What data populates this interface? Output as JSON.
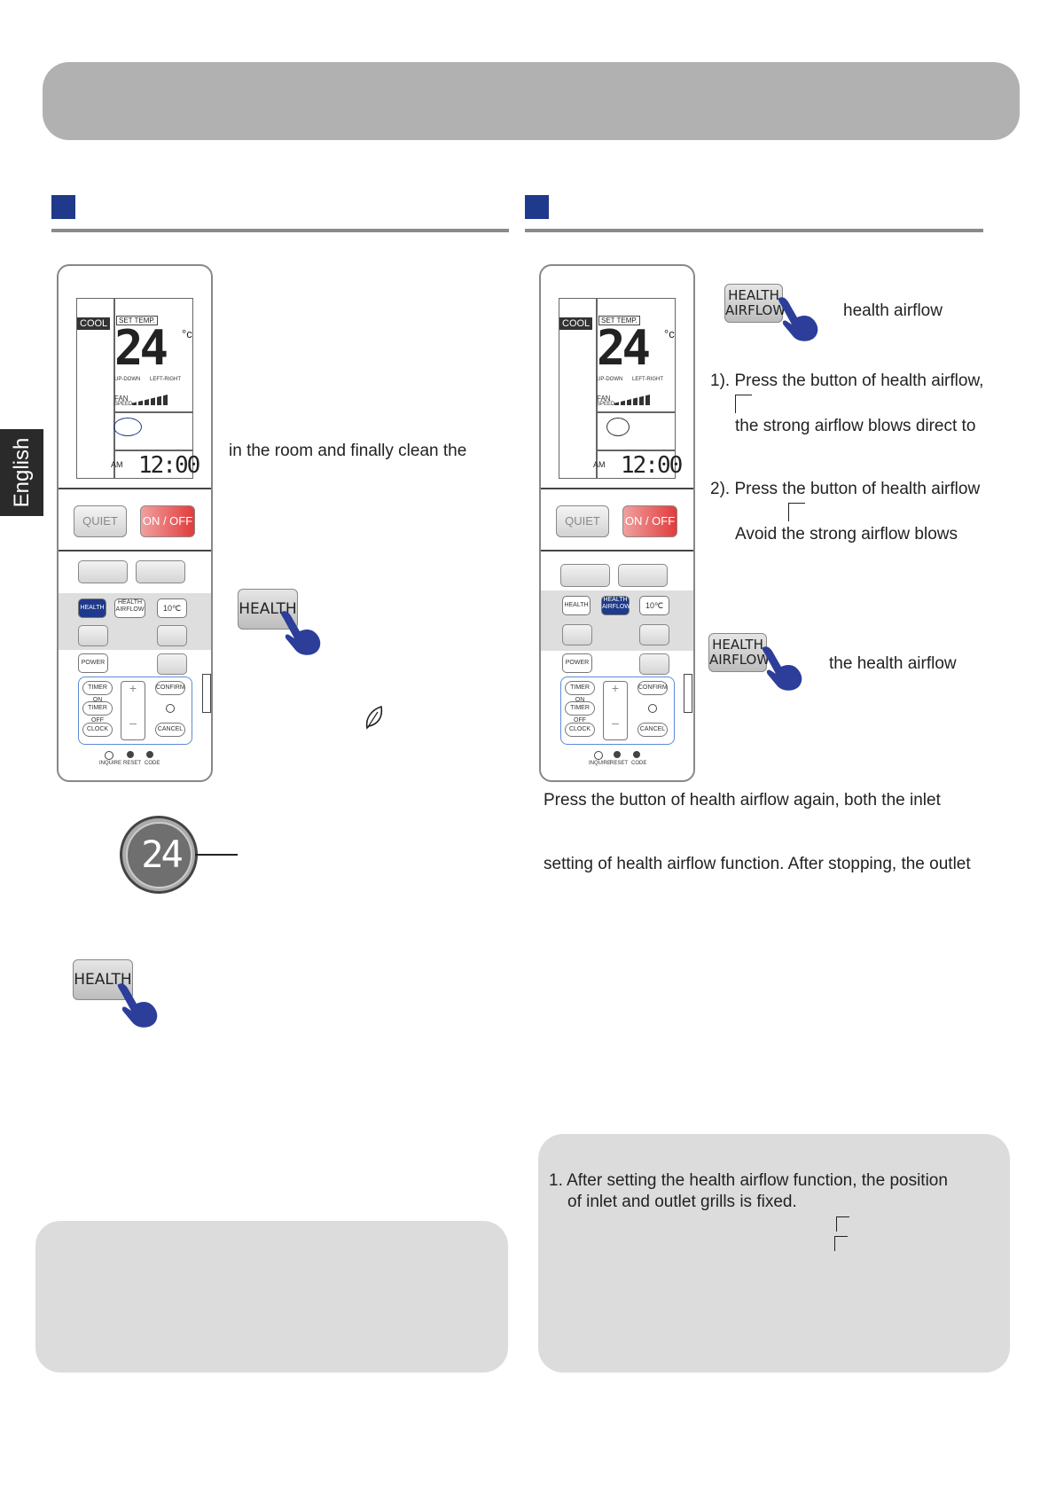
{
  "side_tab": {
    "label": "English"
  },
  "left_column": {
    "text_1": "in the room and finally clean the",
    "health_button_label": "HEALTH",
    "knob_display": "24",
    "health_button_label_2": "HEALTH"
  },
  "right_column": {
    "top_button_label_line1": "HEALTH",
    "top_button_label_line2": "AIRFLOW",
    "top_caption": "health airflow",
    "step1_line1": "1). Press the button of health airflow,",
    "step1_line2": "the strong airflow blows direct to",
    "step2_line1": "2). Press the button of health airflow",
    "step2_line2": "Avoid the strong airflow blows",
    "bottom_button_label_line1": "HEALTH",
    "bottom_button_label_line2": "AIRFLOW",
    "bottom_caption": "the health airflow",
    "again_line1": "Press the button of health airflow again, both the inlet",
    "again_line2": "setting of health airflow function. After stopping, the outlet",
    "note_line1": "1. After setting the health airflow function, the position",
    "note_line2": "of inlet and outlet grills is fixed."
  },
  "remote": {
    "mode": "COOL",
    "set_temp_label": "SET TEMP.",
    "temperature": "24",
    "unit": "°c",
    "updown_label": "UP-DOWN",
    "leftright_label": "LEFT-RIGHT",
    "fan_label_1": "FAN",
    "fan_label_2": "SPEED",
    "am_label": "AM",
    "clock": "12:00",
    "quiet_label": "QUIET",
    "onoff_label": "ON / OFF",
    "health_label": "HEALTH",
    "health_airflow_label_1": "HEALTH",
    "health_airflow_label_2": "AIRFLOW",
    "ten_c_label": "10℃",
    "power_label": "POWER",
    "timer_on_label": "TIMER ON",
    "timer_off_label": "TIMER OFF",
    "clock_label": "CLOCK",
    "confirm_label": "CONFIRM",
    "cancel_label": "CANCEL",
    "plus": "+",
    "minus": "–",
    "inquire_label": "INQUIRE",
    "reset_label": "RESET",
    "code_label": "CODE"
  },
  "colors": {
    "accent": "#1f3a8a",
    "banner": "#b1b1b1",
    "note_bg": "#dcdcdc",
    "onoff_red": "#e23b3b",
    "hand_blue": "#2c3e9a"
  }
}
